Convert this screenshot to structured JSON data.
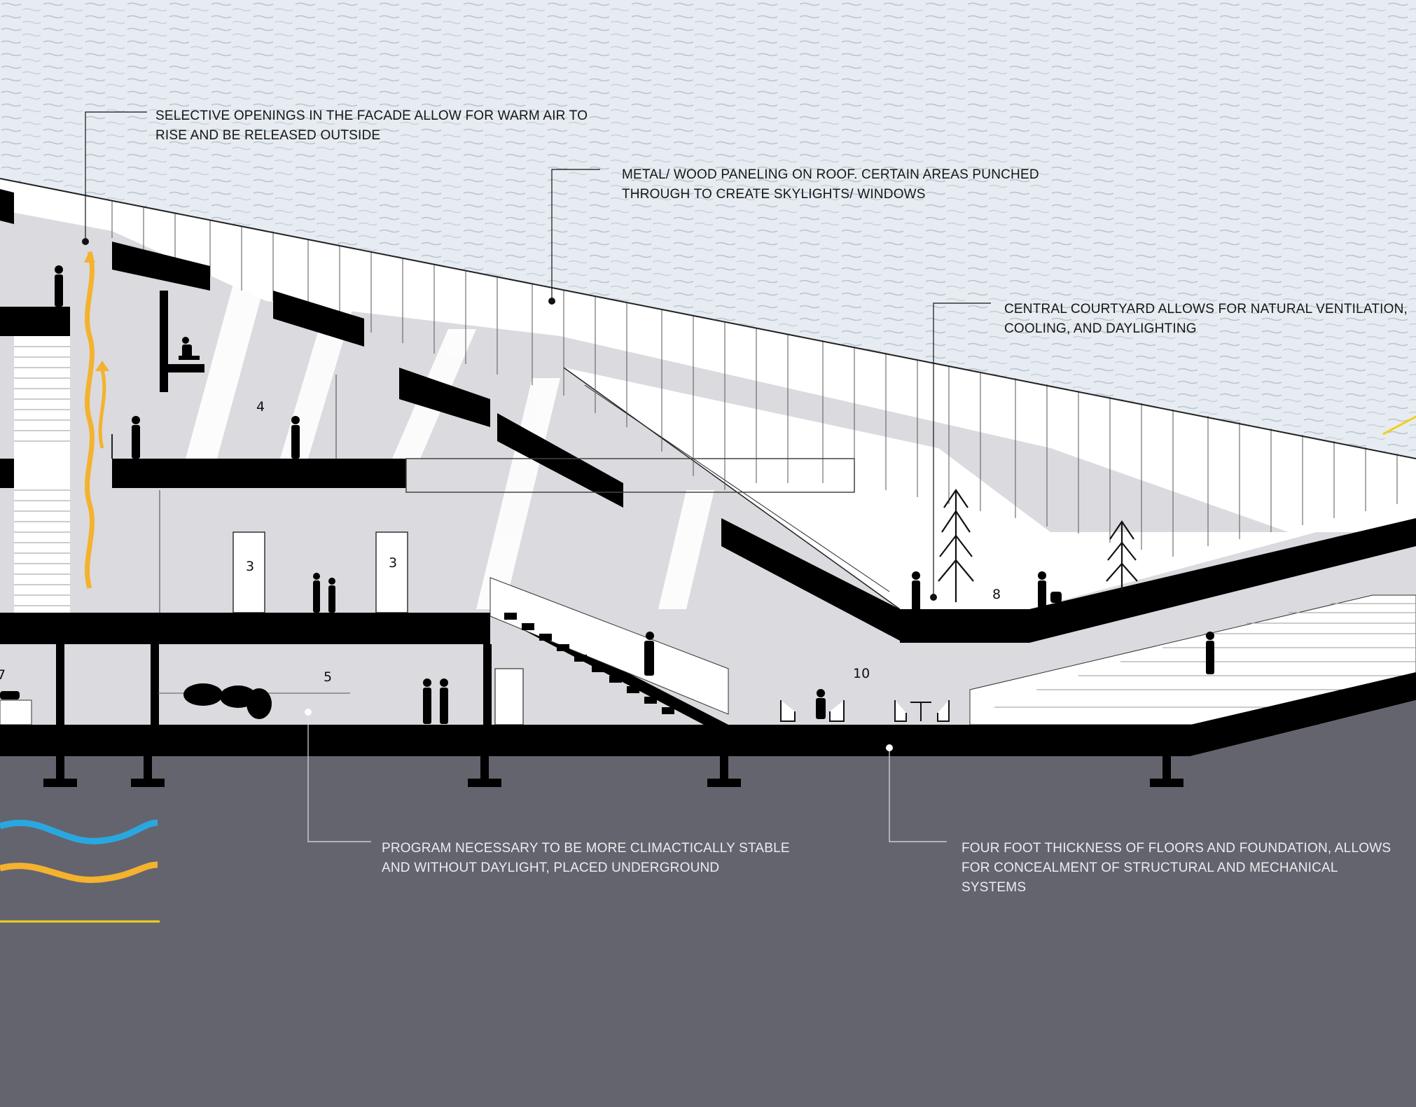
{
  "annotations": {
    "facade_openings": {
      "line1": "SELECTIVE OPENINGS IN THE FACADE ALLOW FOR WARM AIR TO",
      "line2": "RISE AND BE RELEASED OUTSIDE"
    },
    "roof_paneling": {
      "line1": "METAL/ WOOD PANELING ON ROOF. CERTAIN AREAS PUNCHED",
      "line2": "THROUGH TO CREATE SKYLIGHTS/ WINDOWS"
    },
    "courtyard": {
      "line1": "CENTRAL COURTYARD ALLOWS FOR NATURAL VENTILATION,",
      "line2": "COOLING, AND DAYLIGHTING"
    },
    "underground": {
      "line1": "PROGRAM NECESSARY TO BE MORE CLIMACTICALLY STABLE",
      "line2": "AND WITHOUT DAYLIGHT, PLACED UNDERGROUND"
    },
    "floor_thickness": {
      "line1": "FOUR FOOT THICKNESS OF FLOORS AND FOUNDATION, ALLOWS",
      "line2": "FOR CONCEALMENT OF STRUCTURAL AND MECHANICAL",
      "line3": "SYSTEMS"
    }
  },
  "room_labels": {
    "r4": "4",
    "r3a": "3",
    "r3b": "3",
    "r5": "5",
    "r10": "10",
    "r8": "8",
    "r7": "7"
  },
  "legend": [
    {
      "name": "cool-air-ribbon",
      "color": "#29a8e0"
    },
    {
      "name": "warm-air-ribbon",
      "color": "#f4b22e"
    },
    {
      "name": "daylight-line",
      "color": "#f2d01c"
    }
  ],
  "colors": {
    "sky": "#e6ecf1",
    "ground": "#64646f",
    "interior": "#dadadf",
    "structure": "#000000",
    "warm_air": "#f4b22e",
    "cool_air": "#29a8e0"
  }
}
